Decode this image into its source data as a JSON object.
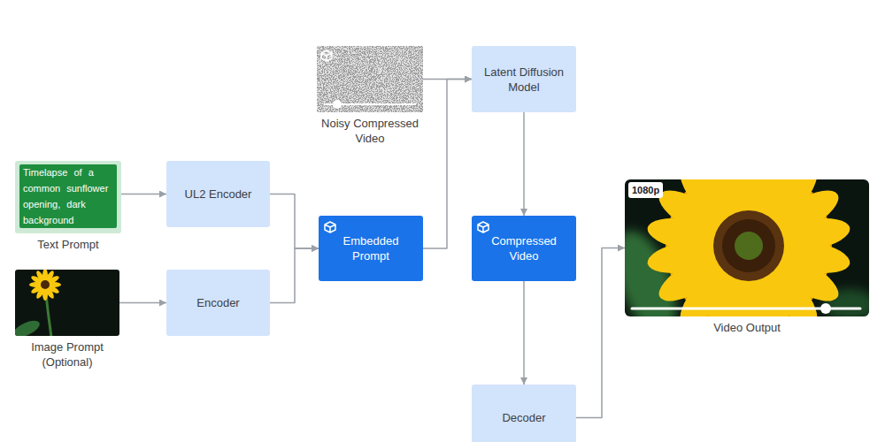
{
  "diagram": {
    "nodes": [
      {
        "text": [
          "Timelapse of a common sunflower opening, dark background",
          "Text Prompt"
        ]
      },
      {
        "text": [
          "UL2 Encoder"
        ]
      },
      {
        "text": [
          "Image Prompt (Optional)"
        ]
      },
      {
        "text": [
          "Encoder"
        ]
      },
      {
        "text": [
          "Embedded Prompt"
        ]
      },
      {
        "text": [
          "Noisy Compressed Video"
        ]
      },
      {
        "text": [
          "Latent Diffusion Model"
        ]
      },
      {
        "text": [
          "Compressed Video"
        ]
      },
      {
        "text": [
          "Decoder"
        ]
      },
      {
        "text": [
          "1080p",
          "Video Output"
        ]
      }
    ],
    "edges": [
      {
        "from": 0,
        "to": 1,
        "arrow": "to"
      },
      {
        "from": 2,
        "to": 3,
        "arrow": "to"
      },
      {
        "from": 1,
        "to": 4,
        "arrow": "to"
      },
      {
        "from": 3,
        "to": 4,
        "arrow": "to"
      },
      {
        "from": 4,
        "to": 6,
        "arrow": "to"
      },
      {
        "from": 5,
        "to": 6,
        "arrow": "to"
      },
      {
        "from": 6,
        "to": 7,
        "arrow": "to"
      },
      {
        "from": 7,
        "to": 8,
        "arrow": "to"
      },
      {
        "from": 8,
        "to": 9,
        "arrow": "to"
      }
    ]
  }
}
